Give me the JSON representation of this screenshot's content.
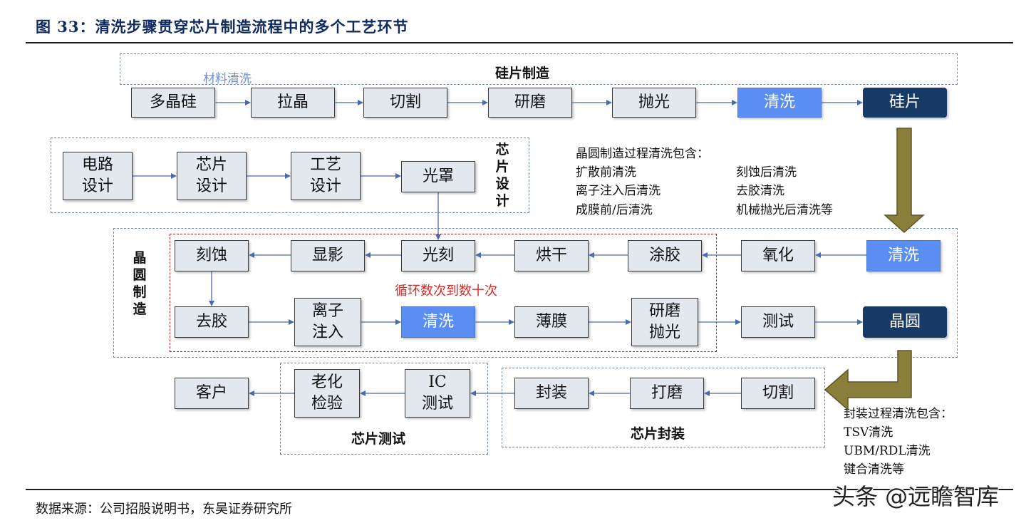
{
  "title": "图 33：清洗步骤贯穿芯片制造流程中的多个工艺环节",
  "source": "数据来源：公司招股说明书，东吴证券研究所",
  "watermark": "头条 @远瞻智库",
  "wafer_section": {
    "label": "硅片制造",
    "material_note": "材料清洗",
    "steps": [
      "多晶硅",
      "拉晶",
      "切割",
      "研磨",
      "抛光",
      "清洗",
      "硅片"
    ]
  },
  "design_section": {
    "label": "芯片设计",
    "steps": [
      "电路\n设计",
      "芯片\n设计",
      "工艺\n设计",
      "光罩"
    ]
  },
  "wafer_fab_notes": {
    "heading": "晶圆制造过程清洗包含：",
    "left": [
      "扩散前清洗",
      "离子注入后清洗",
      "成膜前/后清洗"
    ],
    "right": [
      "刻蚀后清洗",
      "去胶清洗",
      "机械抛光后清洗等"
    ]
  },
  "fab_section": {
    "label": "晶圆制造",
    "loop_note": "循环数次到数十次",
    "row1": [
      "刻蚀",
      "显影",
      "光刻",
      "烘干",
      "涂胶",
      "氧化",
      "清洗"
    ],
    "row2": [
      "去胶",
      "离子\n注入",
      "清洗",
      "薄膜",
      "研磨\n抛光",
      "测试",
      "晶圆"
    ]
  },
  "packaging_section": {
    "label": "芯片封装",
    "steps": [
      "切割",
      "打磨",
      "封装"
    ]
  },
  "test_section": {
    "label": "芯片测试",
    "steps": [
      "IC\n测试",
      "老化\n检验"
    ]
  },
  "customer": "客户",
  "packaging_notes": {
    "heading": "封装过程清洗包含：",
    "items": [
      "TSV清洗",
      "UBM/RDL清洗",
      "键合清洗等"
    ]
  }
}
